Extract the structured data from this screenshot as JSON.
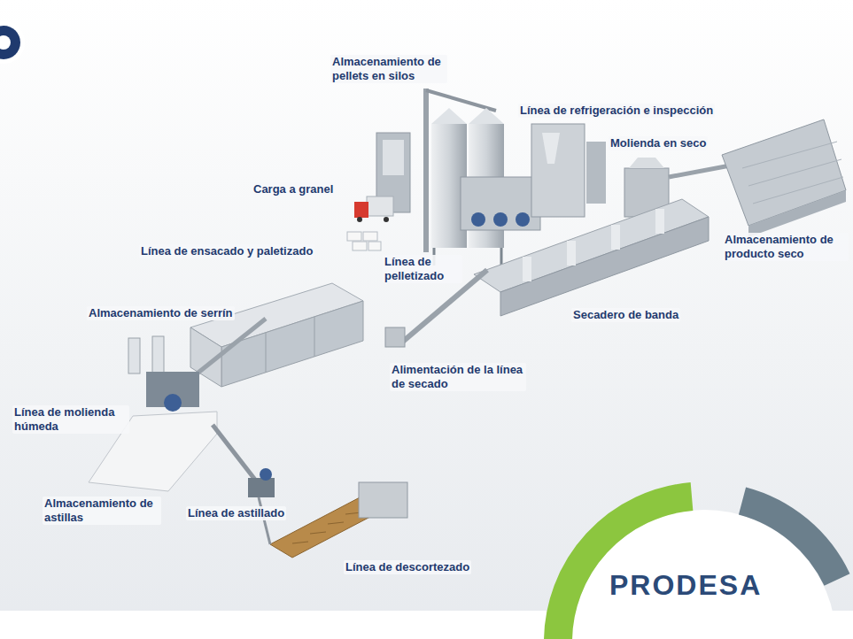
{
  "diagram": {
    "labels": [
      "Almacenamiento de pellets en silos",
      "Línea de refrigeración e inspección",
      "Molienda en seco",
      "Carga a granel",
      "Almacenamiento de producto seco",
      "Línea de ensacado y paletizado",
      "Línea de pelletizado",
      "Secadero de banda",
      "Almacenamiento de serrín",
      "Alimentación de la línea de secado",
      "Línea de molienda húmeda",
      "Almacenamiento de astillas",
      "Línea de astillado",
      "Línea de descortezado",
      "PRODESA"
    ]
  }
}
